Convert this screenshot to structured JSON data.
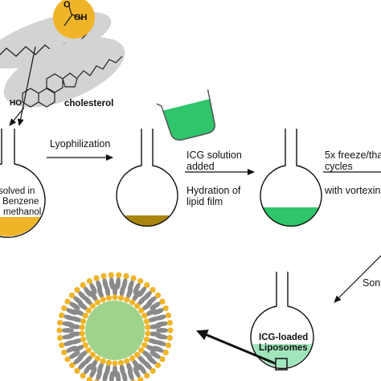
{
  "molecules": {
    "acid_group": "OH",
    "carbonyl_o": "O",
    "sterol_ho": "HO",
    "cholesterol_label": "cholesterol"
  },
  "flask1": {
    "line1": "solved in",
    "line2": "Benzene",
    "line3": "methanol"
  },
  "step1": {
    "label": "Lyophilization"
  },
  "step2": {
    "line1": "ICG solution",
    "line2": "added",
    "line3": "Hydration of",
    "line4": "lipid film"
  },
  "step3": {
    "line1": "5x freeze/tha",
    "line2": "cycles",
    "line3": "with vortexing"
  },
  "step4": {
    "label": "Son"
  },
  "final_flask": {
    "line1": "ICG-loaded",
    "line2": "Liposomes"
  },
  "colors": {
    "lipid_head": "#f0b429",
    "lipid_tail": "#8a8a8a",
    "icg_green": "#2fc56a",
    "core_green": "#9fd38c",
    "molecule_bubble": "#d3d3d3",
    "lipid_film": "#a98510"
  }
}
